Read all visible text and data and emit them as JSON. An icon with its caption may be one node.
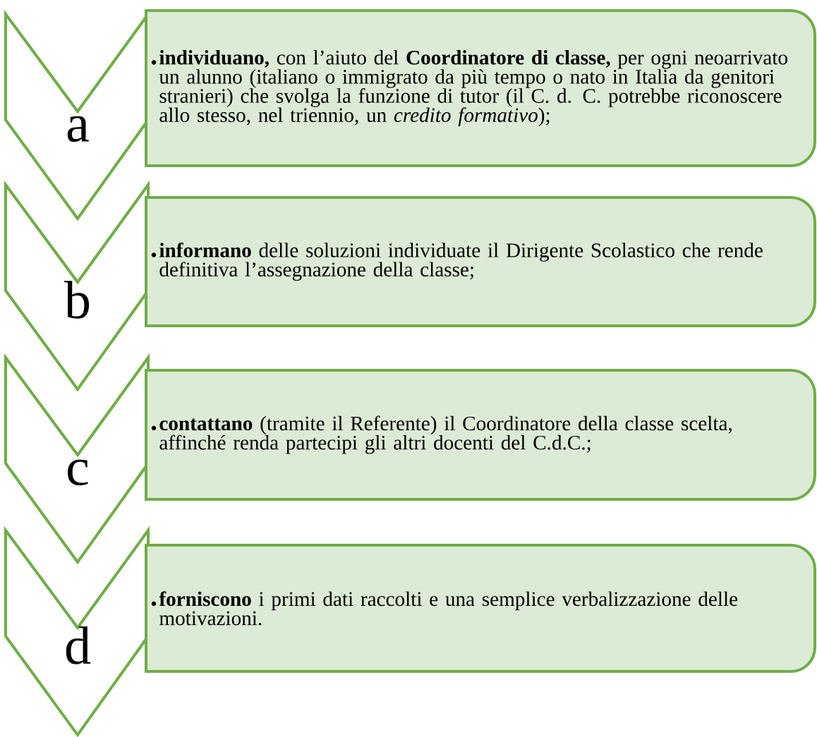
{
  "diagram": {
    "nodes": [
      {
        "text": [
          "a"
        ]
      },
      {
        "text": [
          "**individuano,** con l’aiuto del **Coordinatore di classe,** per ogni neoarrivato un alunno (italiano o immigrato da più tempo o nato in Italia da genitori stranieri) che svolga la funzione di tutor (il C. d. C. potrebbe riconoscere allo stesso, nel triennio, un *credito formativo*);"
        ]
      },
      {
        "text": [
          "b"
        ]
      },
      {
        "text": [
          "**informano** delle soluzioni individuate il Dirigente Scolastico che rende definitiva l’assegnazione della classe;"
        ]
      },
      {
        "text": [
          "c"
        ]
      },
      {
        "text": [
          "**contattano** (tramite il Referente) il Coordinatore della classe scelta, affinché renda partecipi gli altri docenti del C.d.C.;"
        ]
      },
      {
        "text": [
          "d"
        ]
      },
      {
        "text": [
          "**forniscono** i primi dati raccolti e una semplice verbalizzazione delle motivazioni."
        ]
      }
    ]
  }
}
